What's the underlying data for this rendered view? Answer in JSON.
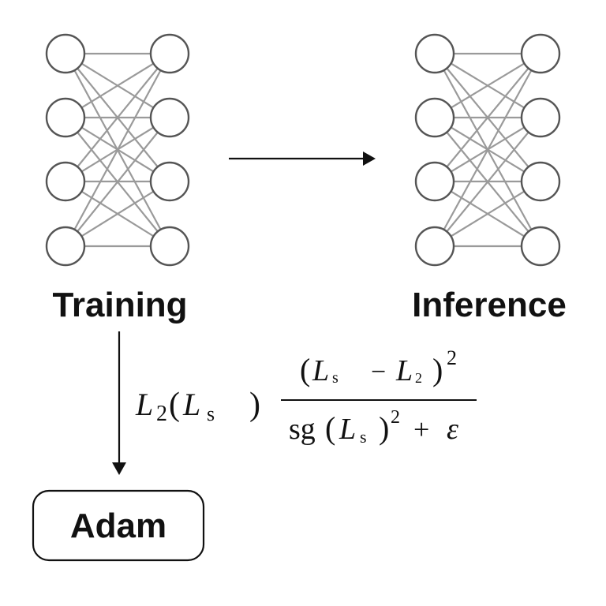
{
  "labels": {
    "training": "Training",
    "inference": "Inference",
    "optimizer": "Adam"
  },
  "formula": {
    "prefix_fn": "L",
    "prefix_fn_sub": "2",
    "prefix_open": "(",
    "prefix_arg": "L",
    "prefix_arg_sub": "s",
    "prefix_close": ")",
    "num_open": "(",
    "num_a": "L",
    "num_a_sub": "s",
    "num_minus": "−",
    "num_b": "L",
    "num_b_sub": "2",
    "num_close": ")",
    "num_exp": "2",
    "den_fn": "sg",
    "den_open": "(",
    "den_arg": "L",
    "den_arg_sub": "s",
    "den_close": ")",
    "den_exp": "2",
    "den_plus": "+",
    "den_eps": "ε"
  },
  "networks": {
    "layers": [
      4,
      4
    ]
  },
  "colors": {
    "node_stroke": "#555555",
    "edge": "#9a9a9a",
    "text": "#111111",
    "background": "#ffffff"
  }
}
